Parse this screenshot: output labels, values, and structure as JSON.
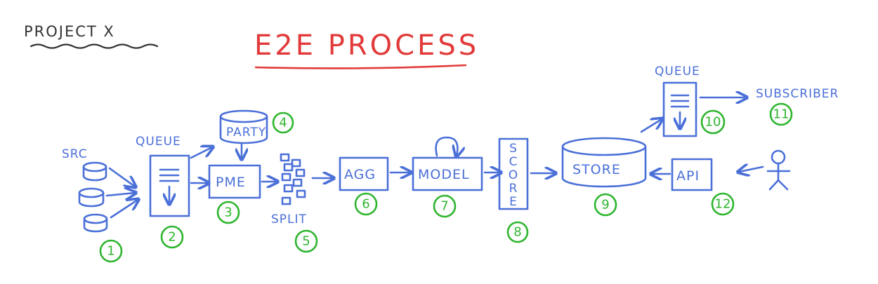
{
  "project_title": "PROJECT X",
  "page_title": "E2E PROCESS",
  "labels": {
    "src": "SRC",
    "queue_in": "QUEUE",
    "party": "PARTY",
    "pme": "PME",
    "split": "SPLIT",
    "agg": "AGG",
    "model": "MODEL",
    "score_letters": [
      "S",
      "C",
      "O",
      "R",
      "E"
    ],
    "store": "STORE",
    "queue_out": "QUEUE",
    "subscriber": "SUBSCRIBER",
    "api": "API"
  },
  "step_numbers": [
    "1",
    "2",
    "3",
    "4",
    "5",
    "6",
    "7",
    "8",
    "9",
    "10",
    "11",
    "12"
  ],
  "colors": {
    "ink_blue": "#4a6fd8",
    "step_green": "#2fb52f",
    "title_red": "#e23a3a",
    "dark": "#333333"
  }
}
